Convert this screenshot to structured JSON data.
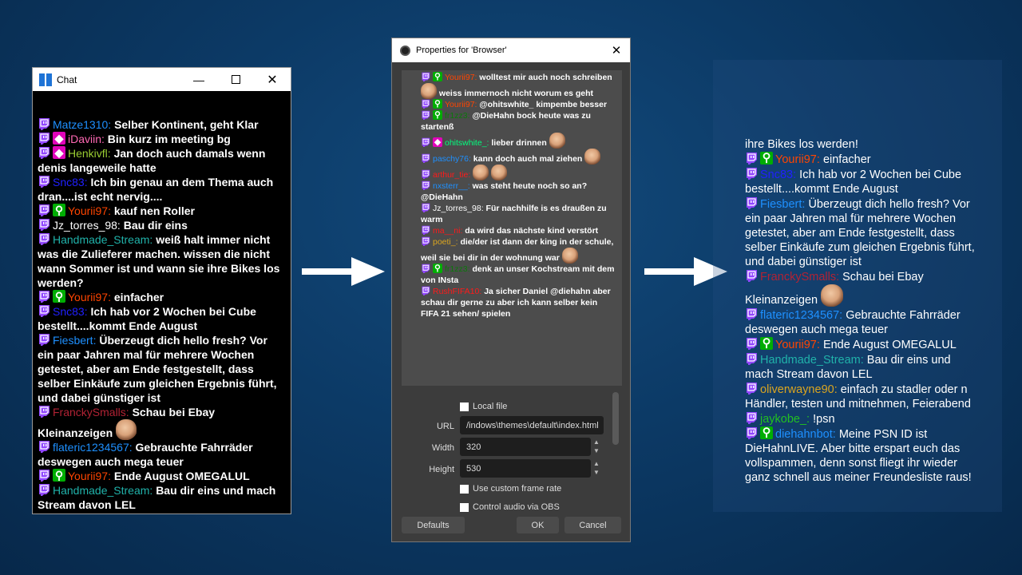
{
  "colors": {
    "twitch": "#9146ff",
    "sub": "#e005b9",
    "mod": "#00ad03"
  },
  "left_window": {
    "title": "Chat",
    "icon": "windows-app-icon",
    "messages": [
      {
        "badges": [
          "twitch"
        ],
        "name": "Matze1310",
        "color": "#1e90ff",
        "parts": [
          {
            "text": "Selber Kontinent, geht Klar"
          }
        ]
      },
      {
        "badges": [
          "twitch",
          "sub"
        ],
        "name": "iDaviin",
        "color": "#ff69b4",
        "parts": [
          {
            "text": "Bin kurz im meeting bg"
          }
        ]
      },
      {
        "badges": [
          "twitch",
          "sub"
        ],
        "name": "Henkivfl",
        "color": "#9acd32",
        "parts": [
          {
            "text": "Jan doch auch damals wenn denis langeweile hatte"
          }
        ]
      },
      {
        "badges": [
          "twitch"
        ],
        "name": "Snc83",
        "color": "#2020ff",
        "parts": [
          {
            "text": "Ich bin genau an dem Thema auch dran....ist echt nervig...."
          }
        ]
      },
      {
        "badges": [
          "twitch",
          "mod"
        ],
        "name": "Yourii97",
        "color": "#ff4500",
        "parts": [
          {
            "text": "kauf nen Roller"
          }
        ]
      },
      {
        "badges": [
          "twitch"
        ],
        "name": "Jz_torres_98",
        "color": "#ffffff",
        "parts": [
          {
            "text": "Bau dir eins"
          }
        ]
      },
      {
        "badges": [
          "twitch"
        ],
        "name": "Handmade_Stream",
        "color": "#20b2aa",
        "parts": [
          {
            "text": "weiß halt immer nicht was die Zulieferer machen. wissen die nicht wann Sommer ist und wann sie ihre Bikes los werden?"
          }
        ]
      },
      {
        "badges": [
          "twitch",
          "mod"
        ],
        "name": "Yourii97",
        "color": "#ff4500",
        "parts": [
          {
            "text": "einfacher"
          }
        ]
      },
      {
        "badges": [
          "twitch"
        ],
        "name": "Snc83",
        "color": "#2020ff",
        "parts": [
          {
            "text": "Ich hab vor 2 Wochen bei Cube bestellt....kommt Ende August"
          }
        ]
      },
      {
        "badges": [
          "twitch"
        ],
        "name": "Fiesbert",
        "color": "#1e90ff",
        "parts": [
          {
            "text": "Überzeugt dich hello fresh? Vor ein paar Jahren mal für mehrere Wochen getestet, aber am Ende festgestellt, dass selber Einkäufe zum gleichen Ergebnis führt, und dabei günstiger ist"
          }
        ]
      },
      {
        "badges": [
          "twitch"
        ],
        "name": "FranckySmalls",
        "color": "#b22234",
        "parts": [
          {
            "text": "Schau bei Ebay Kleinanzeigen"
          },
          {
            "emote": "face-emote"
          }
        ]
      },
      {
        "badges": [
          "twitch"
        ],
        "name": "flateric1234567",
        "color": "#1e90ff",
        "parts": [
          {
            "text": "Gebrauchte Fahrräder deswegen auch mega teuer"
          }
        ]
      },
      {
        "badges": [
          "twitch",
          "mod"
        ],
        "name": "Yourii97",
        "color": "#ff4500",
        "parts": [
          {
            "text": "Ende August OMEGALUL"
          }
        ]
      },
      {
        "badges": [
          "twitch"
        ],
        "name": "Handmade_Stream",
        "color": "#20b2aa",
        "parts": [
          {
            "text": "Bau dir eins und mach Stream davon LEL"
          }
        ]
      }
    ]
  },
  "dialog": {
    "title": "Properties for 'Browser'",
    "icon": "obs-icon",
    "preview_messages": [
      {
        "badges": [
          "twitch",
          "mod"
        ],
        "name": "Yourii97",
        "color": "#ff4500",
        "parts": [
          {
            "text": "wolltest mir auch noch schreiben"
          },
          {
            "emote": "kiss-emote"
          },
          {
            "text": "weiss immernoch nicht worum es geht"
          }
        ]
      },
      {
        "badges": [
          "twitch",
          "mod"
        ],
        "name": "Yourii97",
        "color": "#ff4500",
        "parts": [
          {
            "text": "@ohitswhite_ kimpembe besser"
          }
        ]
      },
      {
        "badges": [
          "twitch",
          "mod"
        ],
        "name": "fr1zz3",
        "color": "#0a7a0a",
        "parts": [
          {
            "text": "@DieHahn bock heute was zu startenß"
          }
        ]
      },
      {
        "badges": [
          "twitch",
          "sub"
        ],
        "name": "ohitswhite_",
        "color": "#00ff7f",
        "parts": [
          {
            "text": "lieber drinnen"
          },
          {
            "emote": "face-emote"
          }
        ]
      },
      {
        "badges": [
          "twitch"
        ],
        "name": "paschy76",
        "color": "#1e90ff",
        "parts": [
          {
            "text": "kann doch auch mal ziehen"
          },
          {
            "emote": "face-emote"
          }
        ]
      },
      {
        "badges": [
          "twitch"
        ],
        "name": "arthur_tie",
        "color": "#ff1a1a",
        "parts": [
          {
            "emote": "face-emote"
          },
          {
            "emote": "face-emote"
          }
        ]
      },
      {
        "badges": [
          "twitch"
        ],
        "name": "nxsterr__",
        "color": "#1e90ff",
        "parts": [
          {
            "text": "was steht heute noch so an? @DieHahn"
          }
        ]
      },
      {
        "badges": [
          "twitch"
        ],
        "name": "Jz_torres_98",
        "color": "#ffffff",
        "parts": [
          {
            "text": "Für nachhilfe is es draußen zu warm"
          }
        ]
      },
      {
        "badges": [
          "twitch"
        ],
        "name": "ma__ni",
        "color": "#ff1a1a",
        "parts": [
          {
            "text": "da wird das nächste kind verstört"
          }
        ]
      },
      {
        "badges": [
          "twitch"
        ],
        "name": "poeti_",
        "color": "#daa520",
        "parts": [
          {
            "text": "die/der ist dann der king in der schule, weil sie bei dir in der wohnung war"
          },
          {
            "emote": "face-emote"
          }
        ]
      },
      {
        "badges": [
          "twitch",
          "mod"
        ],
        "name": "fr1zz3",
        "color": "#0a7a0a",
        "parts": [
          {
            "text": "denk an unser Kochstream mit dem von INsta"
          }
        ]
      },
      {
        "badges": [
          "twitch"
        ],
        "name": "RushFIFA10",
        "color": "#ff1a1a",
        "parts": [
          {
            "text": "Ja sicher Daniel @diehahn aber schau dir gerne zu aber ich kann selber kein FIFA 21 sehen/ spielen"
          }
        ]
      }
    ],
    "local_file_label": "Local file",
    "local_file_checked": false,
    "url_label": "URL",
    "url_value": "/indows\\themes\\default\\index.html",
    "width_label": "Width",
    "width_value": "320",
    "height_label": "Height",
    "height_value": "530",
    "custom_fps_label": "Use custom frame rate",
    "custom_fps_checked": false,
    "control_audio_label": "Control audio via OBS",
    "control_audio_checked": false,
    "defaults_label": "Defaults",
    "ok_label": "OK",
    "cancel_label": "Cancel"
  },
  "right_overlay": {
    "messages": [
      {
        "badges": [],
        "name": "",
        "color": "#ffffff",
        "parts": [
          {
            "text": "ihre Bikes los werden!"
          }
        ]
      },
      {
        "badges": [
          "twitch",
          "mod"
        ],
        "name": "Yourii97",
        "color": "#ff4500",
        "parts": [
          {
            "text": "einfacher"
          }
        ]
      },
      {
        "badges": [
          "twitch"
        ],
        "name": "Snc83",
        "color": "#2020ff",
        "parts": [
          {
            "text": "Ich hab vor 2 Wochen bei Cube bestellt....kommt Ende August"
          }
        ]
      },
      {
        "badges": [
          "twitch"
        ],
        "name": "Fiesbert",
        "color": "#1e90ff",
        "parts": [
          {
            "text": "Überzeugt dich hello fresh? Vor ein paar Jahren mal für mehrere Wochen getestet, aber am Ende festgestellt, dass selber Einkäufe zum gleichen Ergebnis führt, und dabei günstiger ist"
          }
        ]
      },
      {
        "badges": [
          "twitch"
        ],
        "name": "FranckySmalls",
        "color": "#b22234",
        "parts": [
          {
            "text": "Schau bei Ebay Kleinanzeigen"
          },
          {
            "emote": "face-emote"
          }
        ]
      },
      {
        "badges": [
          "twitch"
        ],
        "name": "flateric1234567",
        "color": "#1e90ff",
        "parts": [
          {
            "text": "Gebrauchte Fahrräder deswegen auch mega teuer"
          }
        ]
      },
      {
        "badges": [
          "twitch",
          "mod"
        ],
        "name": "Yourii97",
        "color": "#ff4500",
        "parts": [
          {
            "text": "Ende August OMEGALUL"
          }
        ]
      },
      {
        "badges": [
          "twitch"
        ],
        "name": "Handmade_Stream",
        "color": "#20b2aa",
        "parts": [
          {
            "text": "Bau dir eins und mach Stream davon LEL"
          }
        ]
      },
      {
        "badges": [
          "twitch"
        ],
        "name": "oliverwayne90",
        "color": "#daa520",
        "parts": [
          {
            "text": "einfach zu stadler oder n Händler, testen und mitnehmen, Feierabend"
          }
        ]
      },
      {
        "badges": [
          "twitch"
        ],
        "name": "jaykobe_",
        "color": "#22c022",
        "parts": [
          {
            "text": "!psn"
          }
        ]
      },
      {
        "badges": [
          "twitch",
          "mod"
        ],
        "name": "diehahnbot",
        "color": "#1e90ff",
        "parts": [
          {
            "text": "Meine PSN ID ist DieHahnLIVE. Aber bitte erspart euch das vollspammen, denn sonst fliegt ihr wieder ganz schnell aus meiner Freundesliste raus!"
          }
        ]
      }
    ]
  }
}
